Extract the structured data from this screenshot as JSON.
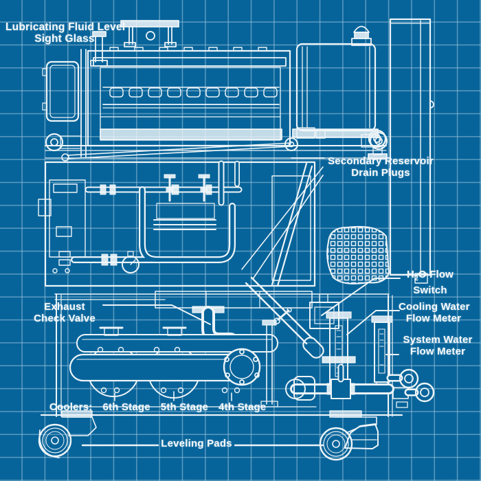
{
  "colors": {
    "background": "#07649a",
    "grid": "#a0c6de",
    "line_art": "#edf4f8",
    "text": "#f6fafc"
  },
  "labels": {
    "sight_glass": {
      "line1": "Lubricating Fluid Level",
      "line2": "Sight Glass"
    },
    "secondary_reservoir": {
      "line1": "Secondary Reservoir",
      "line2": "Drain Plugs"
    },
    "h2o_flow_switch": {
      "formula_h": "H",
      "formula_sub": "2",
      "formula_rest": "O Flow",
      "line2": "Switch"
    },
    "cooling_water": {
      "line1": "Cooling Water",
      "line2": "Flow Meter"
    },
    "system_water": {
      "line1": "System Water",
      "line2": "Flow Meter"
    },
    "exhaust_valve": {
      "line1": "Exhaust",
      "line2": "Check Valve"
    },
    "coolers": {
      "prefix": "Coolers:",
      "stage6": "6th Stage",
      "stage5": "5th Stage",
      "stage4": "4th Stage"
    },
    "leveling_pads": {
      "text": "Leveling Pads"
    }
  }
}
